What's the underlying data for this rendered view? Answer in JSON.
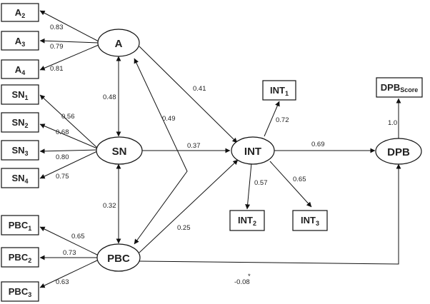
{
  "nodes": {
    "A2": {
      "base": "A",
      "sub": "2"
    },
    "A3": {
      "base": "A",
      "sub": "3"
    },
    "A4": {
      "base": "A",
      "sub": "4"
    },
    "SN1": {
      "base": "SN",
      "sub": "1"
    },
    "SN2": {
      "base": "SN",
      "sub": "2"
    },
    "SN3": {
      "base": "SN",
      "sub": "3"
    },
    "SN4": {
      "base": "SN",
      "sub": "4"
    },
    "PBC1": {
      "base": "PBC",
      "sub": "1"
    },
    "PBC2": {
      "base": "PBC",
      "sub": "2"
    },
    "PBC3": {
      "base": "PBC",
      "sub": "3"
    },
    "INT1": {
      "base": "INT",
      "sub": "1"
    },
    "INT2": {
      "base": "INT",
      "sub": "2"
    },
    "INT3": {
      "base": "INT",
      "sub": "3"
    },
    "DPBscore": {
      "base": "DPB",
      "sub": "Score"
    },
    "A": {
      "label": "A"
    },
    "SN": {
      "label": "SN"
    },
    "PBC": {
      "label": "PBC"
    },
    "INT": {
      "label": "INT"
    },
    "DPB": {
      "label": "DPB"
    }
  },
  "edges": {
    "A_A2": "0.83",
    "A_A3": "0.79",
    "A_A4": "0.81",
    "SN_SN1": "0.56",
    "SN_SN2": "0.68",
    "SN_SN3": "0.80",
    "SN_SN4": "0.75",
    "PBC_PBC1": "0.65",
    "PBC_PBC2": "0.73",
    "PBC_PBC3": "0.63",
    "A_SN": "0.48",
    "A_PBC": "0.49",
    "SN_PBC": "0.32",
    "A_INT": "0.41",
    "SN_INT": "0.37",
    "PBC_INT": "0.25",
    "INT_INT1": "0.72",
    "INT_INT2": "0.57",
    "INT_INT3": "0.65",
    "INT_DPB": "0.69",
    "DPB_DPBscore": "1.0",
    "PBC_DPB": "-0.08",
    "PBC_DPB_sig": "*"
  }
}
